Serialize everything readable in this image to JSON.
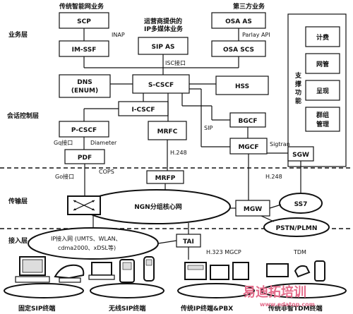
{
  "headers": {
    "top_left": "传统智能网业务",
    "top_mid": "运营商提供的\nIP多媒体业务",
    "top_right": "第三方业务"
  },
  "layers": {
    "service": "业务层",
    "session": "会话控制层",
    "transport": "传输层",
    "access": "接入层"
  },
  "nodes": {
    "scp": "SCP",
    "imssf": "IM-SSF",
    "sipas": "SIP AS",
    "osaas": "OSA AS",
    "osascs": "OSA SCS",
    "dns": "DNS\n(ENUM)",
    "scscf": "S-CSCF",
    "hss": "HSS",
    "icscf": "I-CSCF",
    "bgcf": "BGCF",
    "pcscf": "P-CSCF",
    "mrfc": "MRFC",
    "mgcf": "MGCF",
    "pdf": "PDF",
    "sgw": "SGW",
    "mrfp": "MRFP",
    "mgw": "MGW",
    "tai": "TAI"
  },
  "interfaces": {
    "inap": "INAP",
    "parlay": "Parlay API",
    "isc": "ISC接口",
    "gq": "Gq接口",
    "diameter": "Diameter",
    "sip": "SIP",
    "sigtran": "Sigtran",
    "h248_a": "H.248",
    "h248_b": "H.248",
    "go": "Go接口",
    "cops": "COPS",
    "h323": "H.323 MGCP",
    "tdm": "TDM"
  },
  "support": {
    "title": "支撑功能",
    "items": [
      "计费",
      "网管",
      "呈现",
      "群组\n管理"
    ]
  },
  "clouds": {
    "ngn": "NGN分组核心网",
    "ss7": "SS7",
    "pstn": "PSTN/PLMN",
    "ip_access": "IP接入网 (UMTS、WLAN、\ncdma2000、xDSL等)"
  },
  "terminals": {
    "fixed_sip": "固定SIP终端",
    "wireless_sip": "无线SIP终端",
    "legacy_ip": "传统IP终端&PBX",
    "legacy_tdm": "传统非智TDM终端"
  },
  "watermark": {
    "main": "易迪拓培训",
    "url": "www.edatop.com"
  }
}
